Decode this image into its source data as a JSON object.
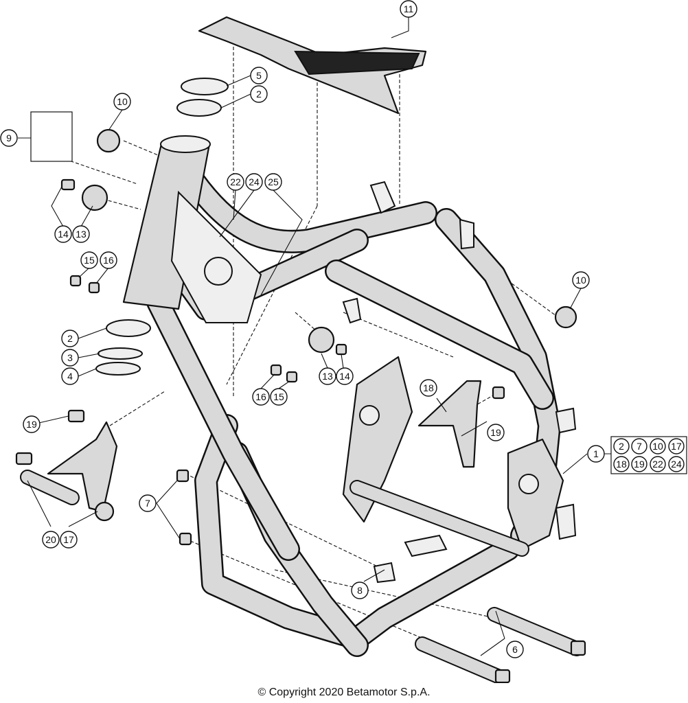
{
  "diagram": {
    "callouts": [
      {
        "id": "c11",
        "label": "11"
      },
      {
        "id": "c5",
        "label": "5"
      },
      {
        "id": "c2a",
        "label": "2"
      },
      {
        "id": "c10a",
        "label": "10"
      },
      {
        "id": "c9",
        "label": "9"
      },
      {
        "id": "c22",
        "label": "22"
      },
      {
        "id": "c24",
        "label": "24"
      },
      {
        "id": "c25",
        "label": "25"
      },
      {
        "id": "c14a",
        "label": "14"
      },
      {
        "id": "c13a",
        "label": "13"
      },
      {
        "id": "c15a",
        "label": "15"
      },
      {
        "id": "c16a",
        "label": "16"
      },
      {
        "id": "c10b",
        "label": "10"
      },
      {
        "id": "c2b",
        "label": "2"
      },
      {
        "id": "c3",
        "label": "3"
      },
      {
        "id": "c4",
        "label": "4"
      },
      {
        "id": "c13b",
        "label": "13"
      },
      {
        "id": "c14b",
        "label": "14"
      },
      {
        "id": "c16b",
        "label": "16"
      },
      {
        "id": "c15b",
        "label": "15"
      },
      {
        "id": "c18",
        "label": "18"
      },
      {
        "id": "c19a",
        "label": "19"
      },
      {
        "id": "c19b",
        "label": "19"
      },
      {
        "id": "c1",
        "label": "1"
      },
      {
        "id": "c7",
        "label": "7"
      },
      {
        "id": "c20",
        "label": "20"
      },
      {
        "id": "c17",
        "label": "17"
      },
      {
        "id": "c8",
        "label": "8"
      },
      {
        "id": "c6",
        "label": "6"
      }
    ],
    "kit_box": [
      "2",
      "7",
      "10",
      "17",
      "18",
      "19",
      "22",
      "24"
    ]
  },
  "footer": {
    "copyright": "© Copyright 2020 Betamotor S.p.A."
  }
}
